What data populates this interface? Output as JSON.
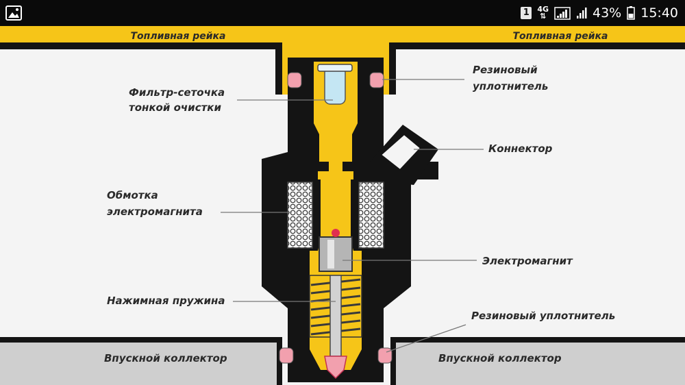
{
  "status_bar": {
    "left_icon": "gallery-image-icon",
    "sim_slot": "1",
    "network_type_top": "4G",
    "network_type_bottom": "⇅",
    "battery_percent": "43%",
    "time": "15:40"
  },
  "diagram": {
    "fuel_rail_left": "Топливная рейка",
    "fuel_rail_right": "Топливная рейка",
    "rubber_seal_top_line1": "Резиновый",
    "rubber_seal_top_line2": "уплотнитель",
    "filter_line1": "Фильтр-сеточка",
    "filter_line2": "тонкой очистки",
    "connector": "Коннектор",
    "winding_line1": "Обмотка",
    "winding_line2": "электромагнита",
    "electromagnet": "Электромагнит",
    "spring": "Нажимная пружина",
    "rubber_seal_bottom": "Резиновый уплотнитель",
    "intake_left": "Впускной коллектор",
    "intake_right": "Впускной коллектор"
  },
  "colors": {
    "fuel_yellow": "#f6c518",
    "body_black": "#141414",
    "seal_pink": "#f2a0ae",
    "filter_blue": "#c4e6f3",
    "intake_grey": "#cfcfcf",
    "background": "#f4f4f4"
  }
}
